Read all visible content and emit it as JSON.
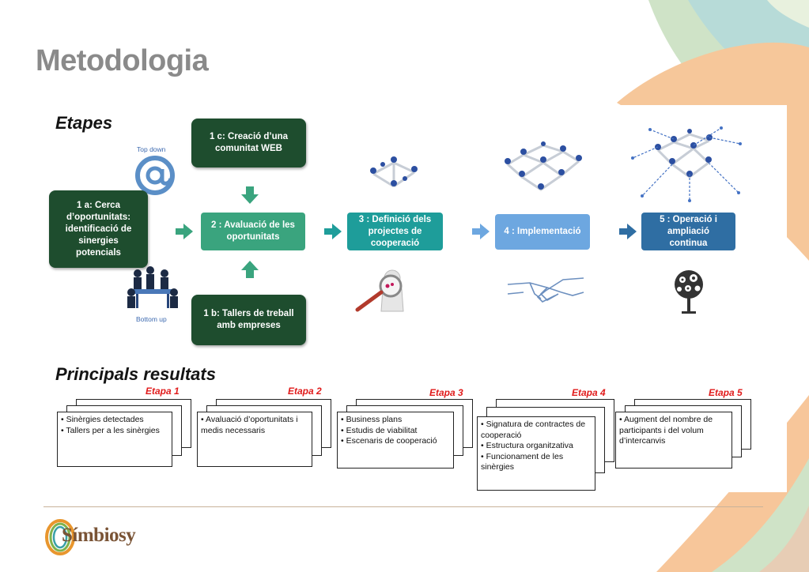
{
  "title": "Metodologia",
  "sections": {
    "etapes": "Etapes",
    "resultats": "Principals resultats"
  },
  "labels": {
    "top_down": "Top down",
    "bottom_up": "Bottom up"
  },
  "boxes": {
    "b1a": "1 a: Cerca d’oportunitats: identificació de sinergies potencials",
    "b1c": "1 c: Creació d’una comunitat WEB",
    "b1b": "1 b: Tallers de treball amb empreses",
    "b2": "2 : Avaluació de les oportunitats",
    "b3": "3 : Definició dels projectes de cooperació",
    "b4": "4 : Implementació",
    "b5": "5 : Operació i ampliació continua"
  },
  "results": [
    {
      "etapa": "Etapa 1",
      "text": "• Sinèrgies detectades\n• Tallers per a les sinèrgies"
    },
    {
      "etapa": "Etapa 2",
      "text": "• Avaluació d’oportunitats i medis necessaris"
    },
    {
      "etapa": "Etapa 3",
      "text": "• Business plans\n• Estudis de viabilitat\n• Escenaris de cooperació"
    },
    {
      "etapa": "Etapa 4",
      "text": "• Signatura de contractes de cooperació\n• Estructura organitzativa\n• Funcionament de les sinèrgies"
    },
    {
      "etapa": "Etapa 5",
      "text": "• Augment del nombre de participants i del volum d’intercanvis"
    }
  ],
  "logo": {
    "text": "Símbiosy"
  },
  "colors": {
    "dark_green": "#1e4d2e",
    "stage2": "#3aa47e",
    "stage3": "#1e9d9a",
    "stage4": "#6da7e0",
    "stage5": "#2f6ea3",
    "etapa_red": "#e01b1b"
  },
  "icons": {
    "top_down": "at-sign-icon",
    "bottom_up": "meeting-people-icon",
    "stage3_top": "small-network-icon",
    "stage4_top": "network-icon",
    "stage5_top": "expanding-network-icon",
    "stage3_bottom": "magnifier-figure-icon",
    "stage4_bottom": "handshake-icon",
    "stage5_bottom": "gears-tree-icon"
  }
}
